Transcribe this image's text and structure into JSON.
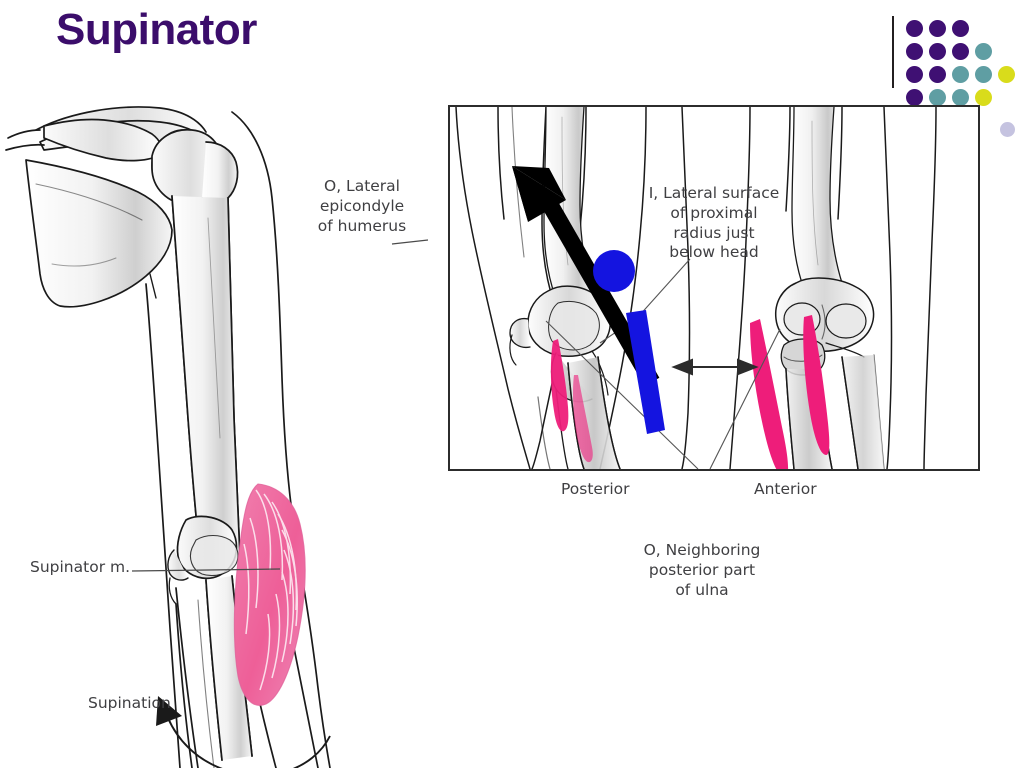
{
  "slide": {
    "title": "Supinator",
    "title_color": "#3b0d6b",
    "background_color": "#ffffff"
  },
  "decor": {
    "name": "dot-grid-motif",
    "divider_color": "#231f20",
    "colors": {
      "purple": "#3f1073",
      "teal": "#5f9ea3",
      "yellow": "#d9dc1b",
      "lavender": "#c5c3e0"
    },
    "dots": [
      {
        "row": 0,
        "col": 0,
        "color": "#3f1073"
      },
      {
        "row": 0,
        "col": 1,
        "color": "#3f1073"
      },
      {
        "row": 0,
        "col": 2,
        "color": "#3f1073"
      },
      {
        "row": 1,
        "col": 0,
        "color": "#3f1073"
      },
      {
        "row": 1,
        "col": 1,
        "color": "#3f1073"
      },
      {
        "row": 1,
        "col": 2,
        "color": "#3f1073"
      },
      {
        "row": 1,
        "col": 3,
        "color": "#5f9ea3"
      },
      {
        "row": 2,
        "col": 0,
        "color": "#3f1073"
      },
      {
        "row": 2,
        "col": 1,
        "color": "#3f1073"
      },
      {
        "row": 2,
        "col": 2,
        "color": "#5f9ea3"
      },
      {
        "row": 2,
        "col": 3,
        "color": "#5f9ea3"
      },
      {
        "row": 2,
        "col": 4,
        "color": "#d9dc1b"
      },
      {
        "row": 3,
        "col": 0,
        "color": "#3f1073"
      },
      {
        "row": 3,
        "col": 1,
        "color": "#5f9ea3"
      },
      {
        "row": 3,
        "col": 2,
        "color": "#5f9ea3"
      },
      {
        "row": 3,
        "col": 3,
        "color": "#d9dc1b"
      },
      {
        "row": 4,
        "col": 4,
        "color": "#c5c3e0"
      }
    ]
  },
  "left_figure": {
    "name": "arm-supinator-overview",
    "labels": {
      "lateral_epicondyle": "O, Lateral\nepicondyle\nof humerus",
      "supinator_muscle": "Supinator m.",
      "supination": "Supination"
    },
    "muscle_color": "#ee6fa3",
    "bone_outline_color": "#1a1a1a"
  },
  "right_figure": {
    "name": "elbow-attachment-sites-panel",
    "border_color": "#2c2c2c",
    "labels": {
      "insertion": "I, Lateral surface\nof proximal\nradius just\nbelow head",
      "posterior_view": "Posterior",
      "anterior_view": "Anterior",
      "origin_ulna": "O, Neighboring\nposterior part\nof ulna"
    },
    "attachment_color": "#ee1d7a"
  },
  "annotations": {
    "blue_circle": {
      "name": "blue-circle-marker",
      "color": "#1414e0"
    },
    "blue_bar": {
      "name": "blue-bar-marker",
      "color": "#1414e0"
    },
    "black_arrow": {
      "name": "black-direction-arrow",
      "color": "#000000"
    },
    "width_arrow": {
      "name": "double-headed-width-arrow",
      "color": "#2c2c2c"
    }
  }
}
